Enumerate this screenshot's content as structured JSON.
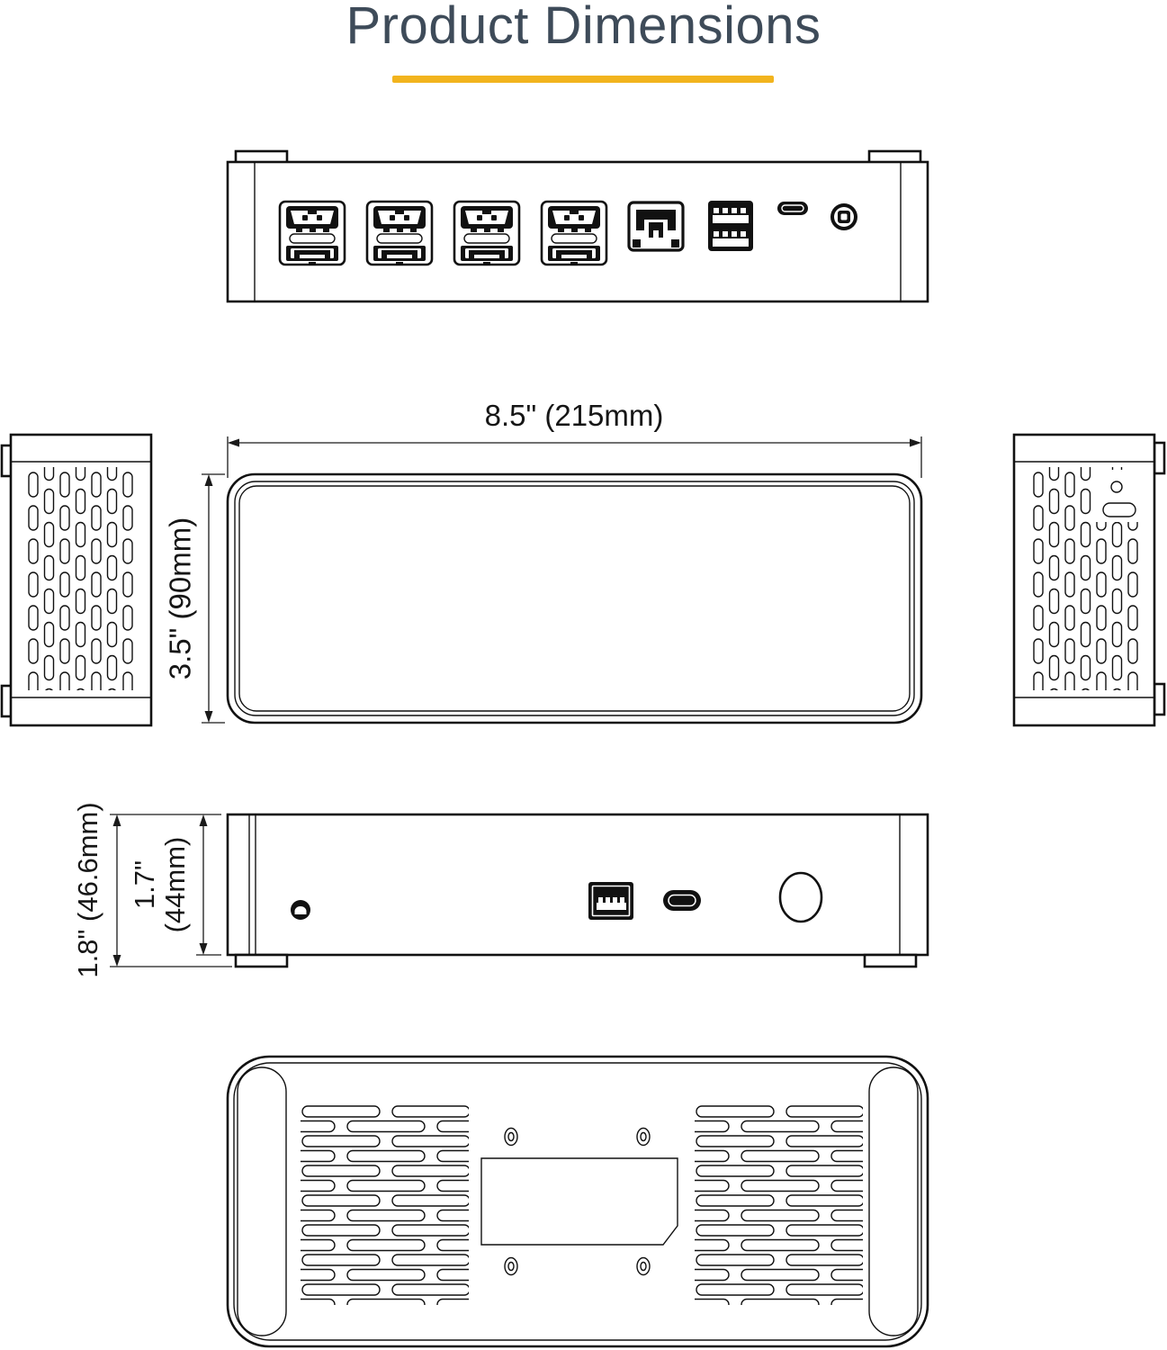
{
  "page": {
    "title": "Product Dimensions"
  },
  "style": {
    "accent_color": "#F2B41E",
    "title_color": "#3E4B59",
    "line_color": "#111111"
  },
  "dimensions": {
    "top_width": "8.5\" (215mm)",
    "top_depth": "3.5\" (90mm)",
    "front_height_total": "1.8\" (46.6mm)",
    "front_height_body_line1": "1.7\"",
    "front_height_body_line2": "(44mm)"
  },
  "views": {
    "back": {
      "label": "back-panel-view",
      "ports": [
        "hdmi-displayport-combo-icon",
        "hdmi-displayport-combo-icon",
        "hdmi-displayport-combo-icon",
        "hdmi-displayport-combo-icon",
        "ethernet-rj45-icon",
        "dual-usb-a-icon",
        "usb-c-icon",
        "power-input-icon"
      ]
    },
    "top": {
      "label": "top-view"
    },
    "left_side": {
      "label": "left-side-view",
      "features": [
        "vent-slots"
      ]
    },
    "right_side": {
      "label": "right-side-view",
      "features": [
        "vent-slots",
        "security-lock-slot"
      ]
    },
    "front": {
      "label": "front-view",
      "ports": [
        "headset-jack-icon",
        "usb-a-icon",
        "usb-c-icon",
        "power-button"
      ]
    },
    "bottom": {
      "label": "bottom-view",
      "features": [
        "foot-pad",
        "foot-pad",
        "vent-slots",
        "vent-slots",
        "mounting-plate",
        "screw-holes-x4"
      ]
    }
  }
}
